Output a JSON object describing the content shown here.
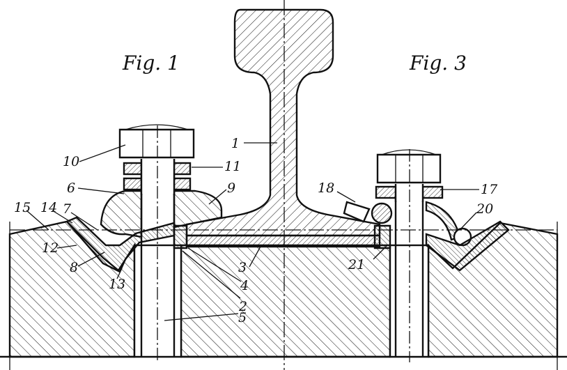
{
  "figures": {
    "left": "Fig. 1",
    "right": "Fig. 3"
  },
  "labels": {
    "l1": "1",
    "l2": "2",
    "l3": "3",
    "l4": "4",
    "l5": "5",
    "l6": "6",
    "l7": "7",
    "l8": "8",
    "l9": "9",
    "l10": "10",
    "l11": "11",
    "l12": "12",
    "l13": "13",
    "l14": "14",
    "l15": "15",
    "l17": "17",
    "l18": "18",
    "l20": "20",
    "l21": "21"
  },
  "colors": {
    "ink": "#111111",
    "paper": "#ffffff"
  }
}
